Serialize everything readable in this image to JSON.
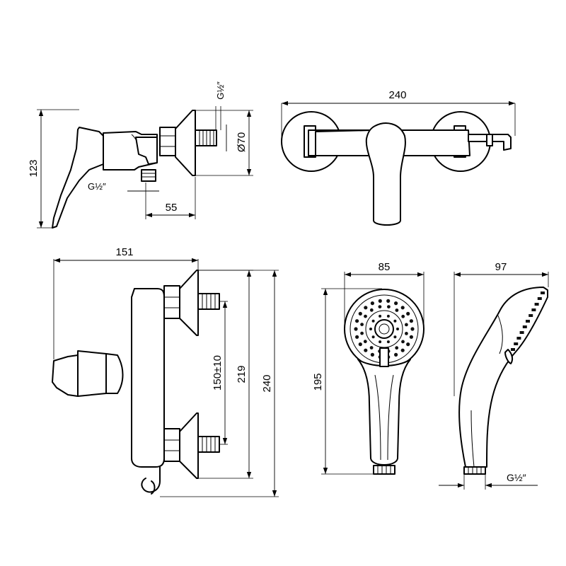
{
  "dimensions": {
    "side_height": "123",
    "side_thread_top": "G½″",
    "side_thread_bottom": "G½″",
    "side_diameter": "Ø70",
    "side_offset": "55",
    "top_width": "240",
    "front_depth": "151",
    "front_spacing": "150±10",
    "front_inner_height": "219",
    "front_total_height": "240",
    "shower_width": "85",
    "shower_length": "195",
    "shower_profile_depth": "97",
    "shower_thread": "G½″"
  }
}
